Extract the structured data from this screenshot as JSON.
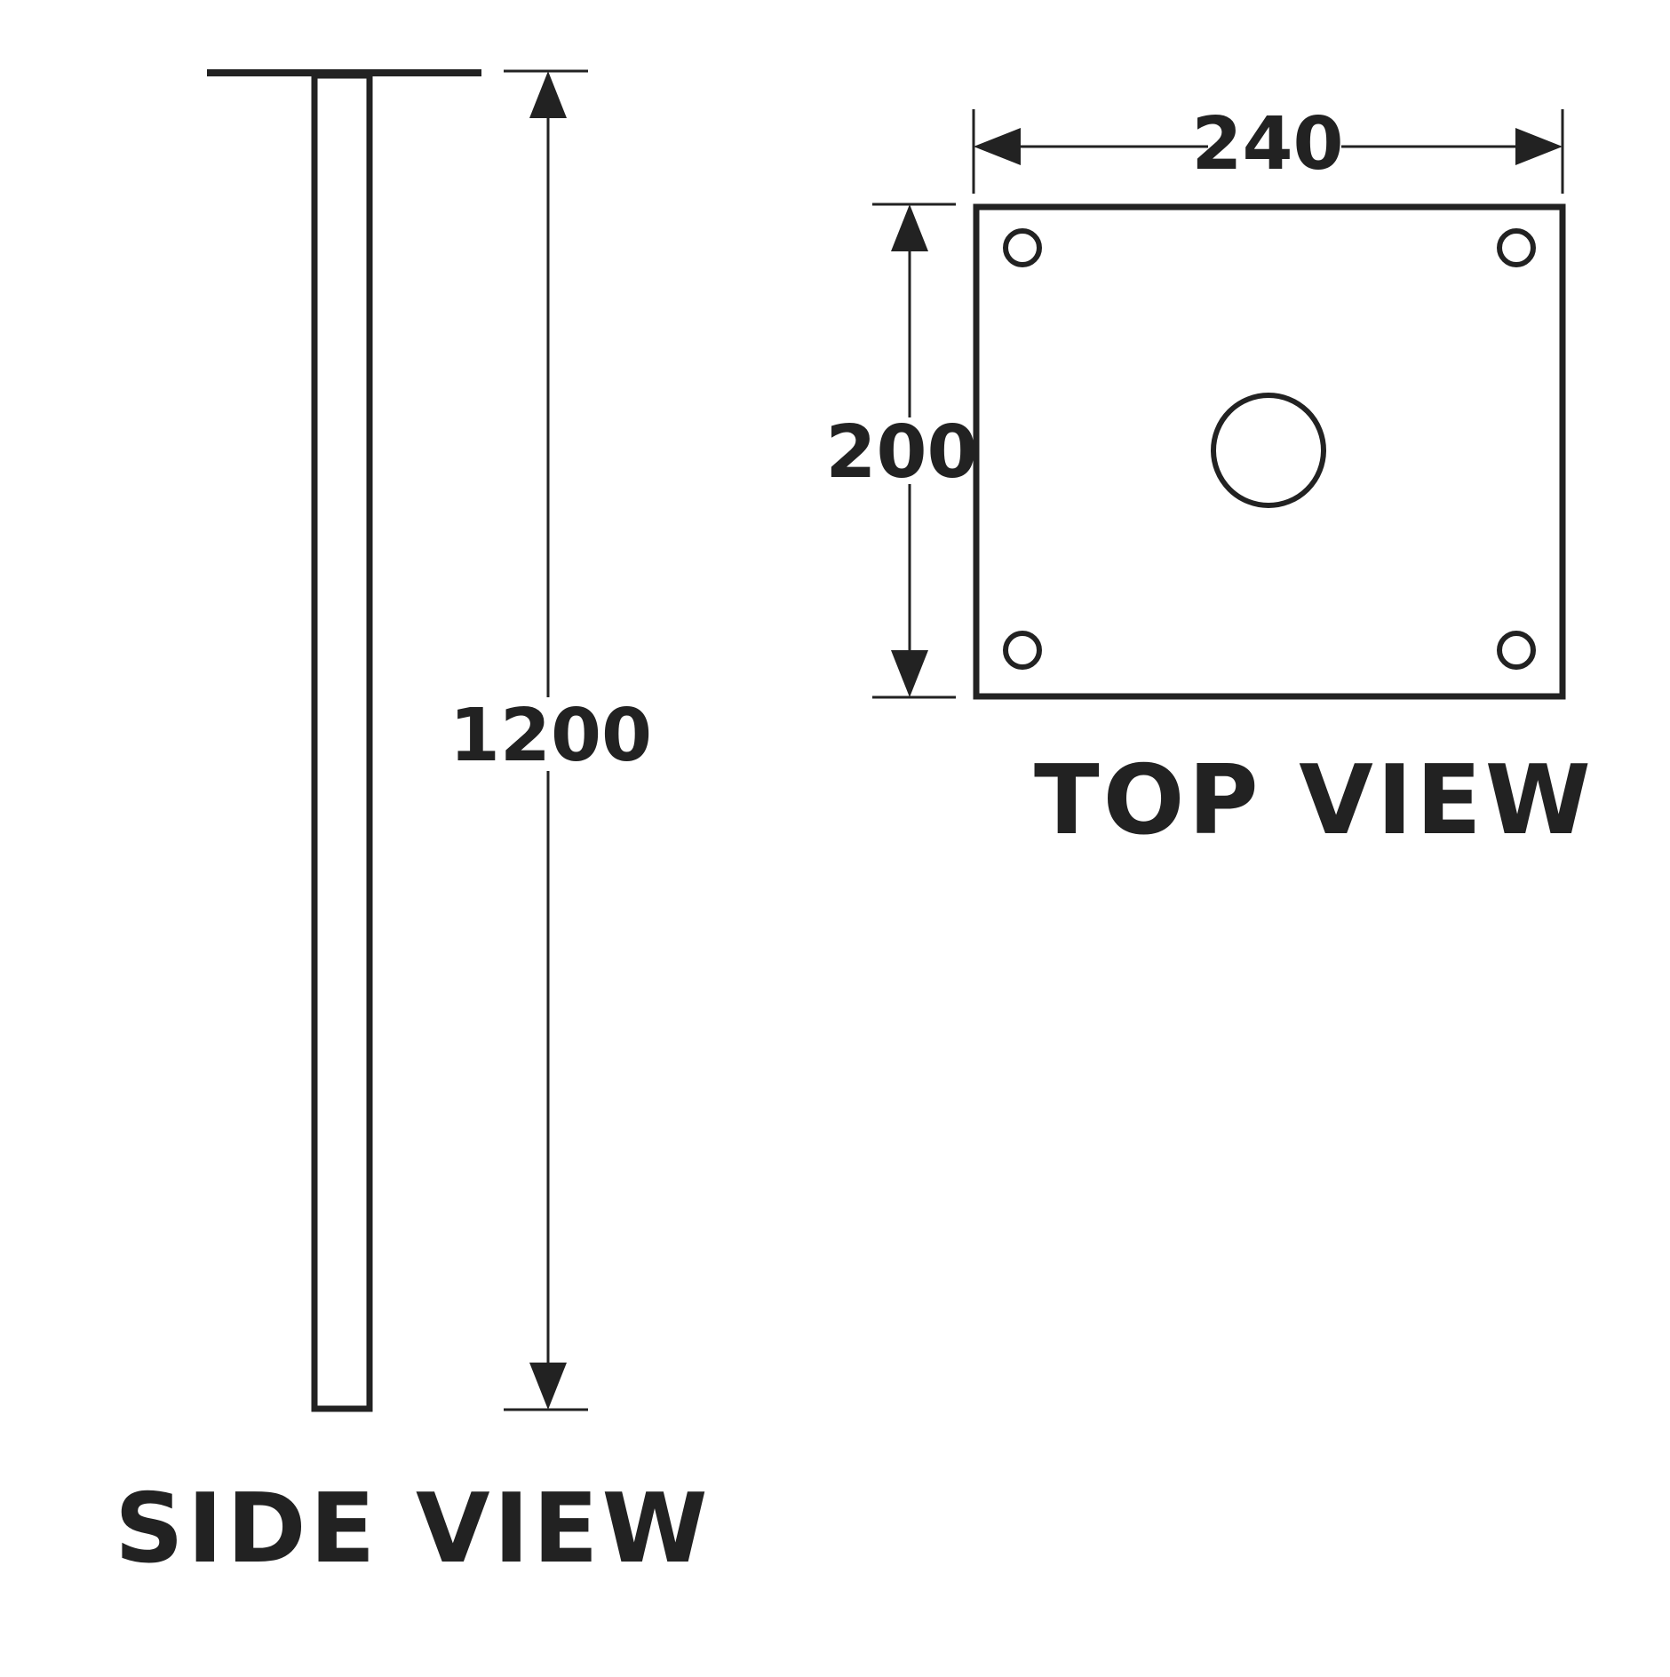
{
  "colors": {
    "ink": "#222222",
    "background": "#ffffff"
  },
  "side_view": {
    "title": "SIDE VIEW",
    "dimension_height": "1200"
  },
  "top_view": {
    "title": "TOP VIEW",
    "dimension_width": "240",
    "dimension_depth": "200",
    "corner_hole_count": 4,
    "center_hole_count": 1
  }
}
